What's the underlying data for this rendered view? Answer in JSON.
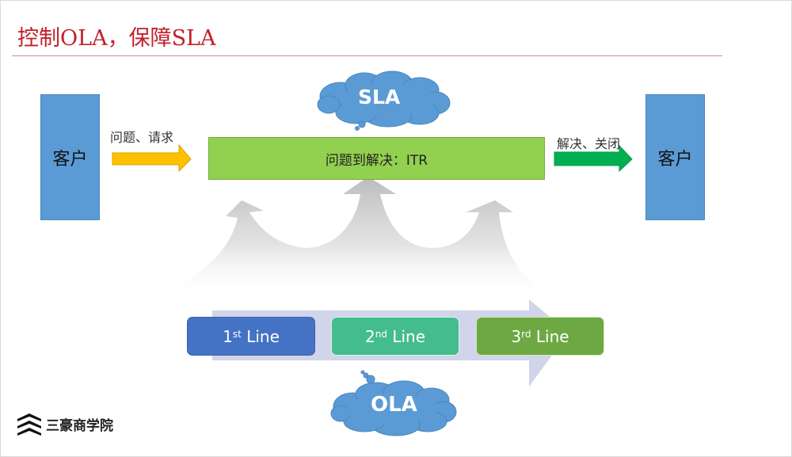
{
  "slide": {
    "title": "控制OLA，保障SLA"
  },
  "diagram": {
    "customer_left": {
      "label": "客户"
    },
    "customer_right": {
      "label": "客户"
    },
    "input_arrow": {
      "label": "问题、请求",
      "color": "#ffc000"
    },
    "output_arrow": {
      "label": "解决、关闭",
      "color": "#00b050"
    },
    "process": {
      "label": "问题到解决：ITR",
      "color": "#92d050"
    },
    "sla_cloud": {
      "label": "SLA",
      "color": "#5b9bd5"
    },
    "ola_cloud": {
      "label": "OLA",
      "color": "#5b9bd5"
    },
    "support_lines": [
      {
        "number": "1",
        "suffix": "st",
        "label": "Line",
        "color": "#4472c4"
      },
      {
        "number": "2",
        "suffix": "nd",
        "label": "Line",
        "color": "#45bc8d"
      },
      {
        "number": "3",
        "suffix": "rd",
        "label": "Line",
        "color": "#6ea843"
      }
    ]
  },
  "logo": {
    "text": "三豪商学院",
    "icon": "chevron-stack-icon"
  }
}
